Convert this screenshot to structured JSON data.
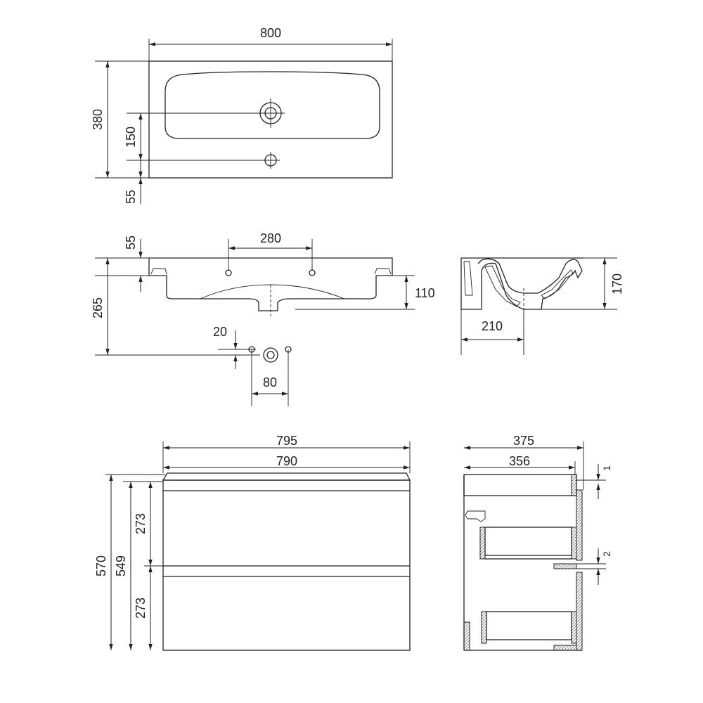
{
  "top_view": {
    "width": "800",
    "depth": "380",
    "tap_offset": "150",
    "edge_offset": "55"
  },
  "front_view": {
    "lip": "55",
    "hole_spacing": "280",
    "total_height": "265",
    "bowl_depth": "110",
    "hole_offset": "20",
    "hole_pitch": "80"
  },
  "section_view": {
    "height": "170",
    "drain_distance": "210"
  },
  "cabinet_front": {
    "top_width": "795",
    "body_width": "790",
    "total_height": "570",
    "body_height": "549",
    "drawer_upper": "273",
    "drawer_lower": "273"
  },
  "cabinet_side": {
    "top_depth": "375",
    "body_depth": "356",
    "gap_top": "1",
    "gap_mid": "2"
  }
}
